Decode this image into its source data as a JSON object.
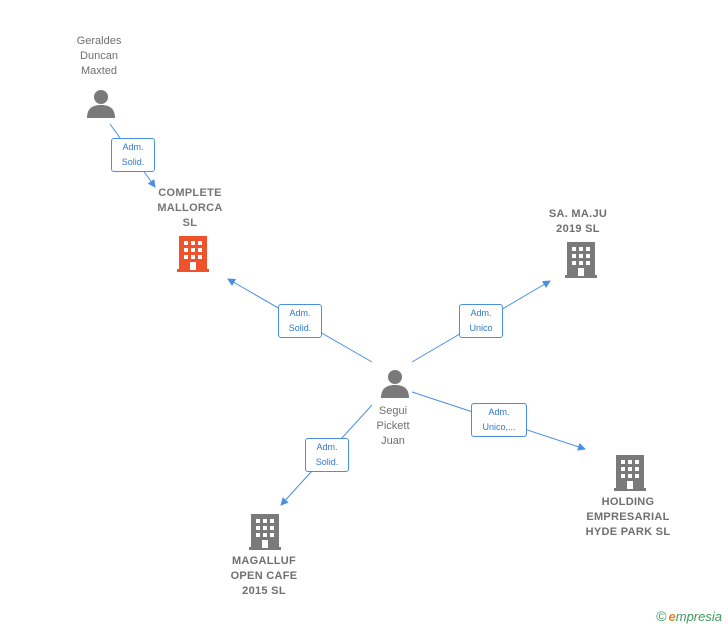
{
  "persons": [
    {
      "id": "geraldes",
      "label": "Geraldes\nDuncan\nMaxted"
    },
    {
      "id": "segui",
      "label": "Segui\nPickett\nJuan"
    }
  ],
  "companies": [
    {
      "id": "complete",
      "label": "COMPLETE\nMALLORCA\nSL",
      "highlight": true
    },
    {
      "id": "samaju",
      "label": "SA. MA.JU\n2019  SL",
      "highlight": false
    },
    {
      "id": "holding",
      "label": "HOLDING\nEMPRESARIAL\nHYDE PARK  SL",
      "highlight": false
    },
    {
      "id": "magalluf",
      "label": "MAGALLUF\nOPEN CAFE\n2015  SL",
      "highlight": false
    }
  ],
  "edges": [
    {
      "from": "geraldes",
      "to": "complete",
      "label": "Adm.\nSolid."
    },
    {
      "from": "segui",
      "to": "complete",
      "label": "Adm.\nSolid."
    },
    {
      "from": "segui",
      "to": "samaju",
      "label": "Adm.\nUnico"
    },
    {
      "from": "segui",
      "to": "holding",
      "label": "Adm.\nUnico,..."
    },
    {
      "from": "segui",
      "to": "magalluf",
      "label": "Adm.\nSolid."
    }
  ],
  "colors": {
    "edge": "#4a90e2",
    "highlight_company": "#f0532b",
    "company": "#7a7a7a",
    "person": "#7a7a7a"
  },
  "brand": {
    "copyright": "©",
    "initial": "e",
    "name": "mpresia"
  }
}
